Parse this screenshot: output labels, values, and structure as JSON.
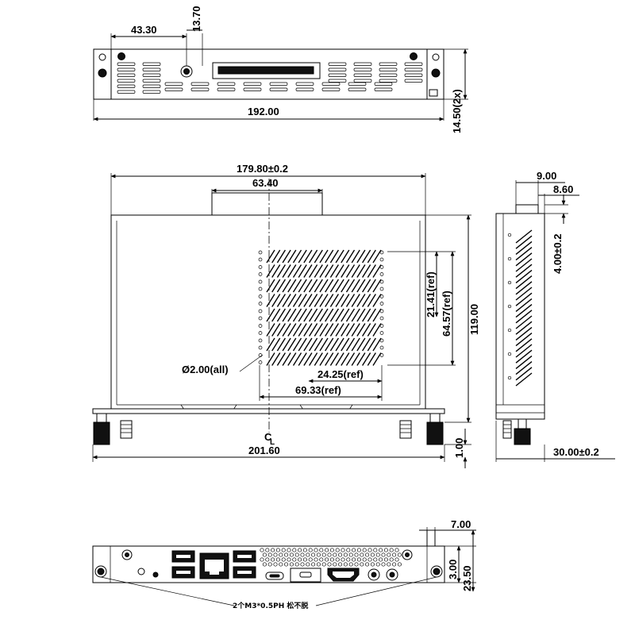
{
  "top_view": {
    "dim_width": "192.00",
    "dim_offset_left": "43.30",
    "dim_offset_small": "13.70",
    "dim_height_2x": "14.50(2x)"
  },
  "front_view": {
    "dim_body_width": "179.80±0.2",
    "dim_connector": "63.40",
    "dim_vent_h1": "21.41(ref)",
    "dim_vent_h2": "64.57(ref)",
    "dim_height": "119.00",
    "dim_hole_dia": "Ø2.00(all)",
    "dim_vent_offset": "24.25(ref)",
    "dim_vent_width": "69.33(ref)",
    "dim_overall": "201.60",
    "dim_foot": "1.00",
    "centerline_mark": "CL"
  },
  "side_view": {
    "dim_top_a": "9.00",
    "dim_top_b": "8.60",
    "dim_offset": "4.00±0.2",
    "dim_depth": "30.00±0.2"
  },
  "io_view": {
    "dim_tab": "7.00",
    "dim_small": "3.00",
    "dim_height": "23.50",
    "screw_note": "2个M3*0.5PH 松不脱"
  }
}
